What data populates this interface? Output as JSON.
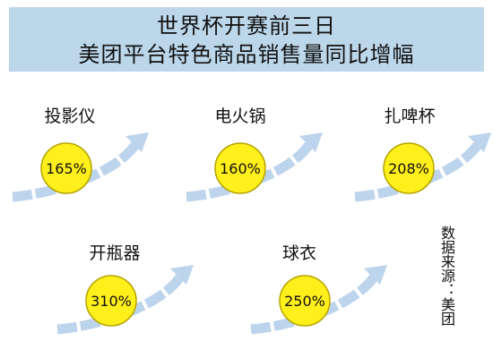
{
  "header": {
    "title_line1": "世界杯开赛前三日",
    "title_line2": "美团平台特色商品销售量同比增幅"
  },
  "source": "数据来源：美团",
  "colors": {
    "header_bg": "#bcd6ea",
    "circle_fill": "#ffef1a",
    "circle_stroke": "#b5a400",
    "arrow": "#bcd4ec"
  },
  "chart_data": {
    "type": "bar",
    "title": "世界杯开赛前三日 美团平台特色商品销售量同比增幅",
    "categories": [
      "投影仪",
      "电火锅",
      "扎啤杯",
      "开瓶器",
      "球衣"
    ],
    "values": [
      165,
      160,
      208,
      310,
      250
    ],
    "value_labels": [
      "165%",
      "160%",
      "208%",
      "310%",
      "250%"
    ],
    "unit": "%",
    "source": "数据来源：美团"
  }
}
